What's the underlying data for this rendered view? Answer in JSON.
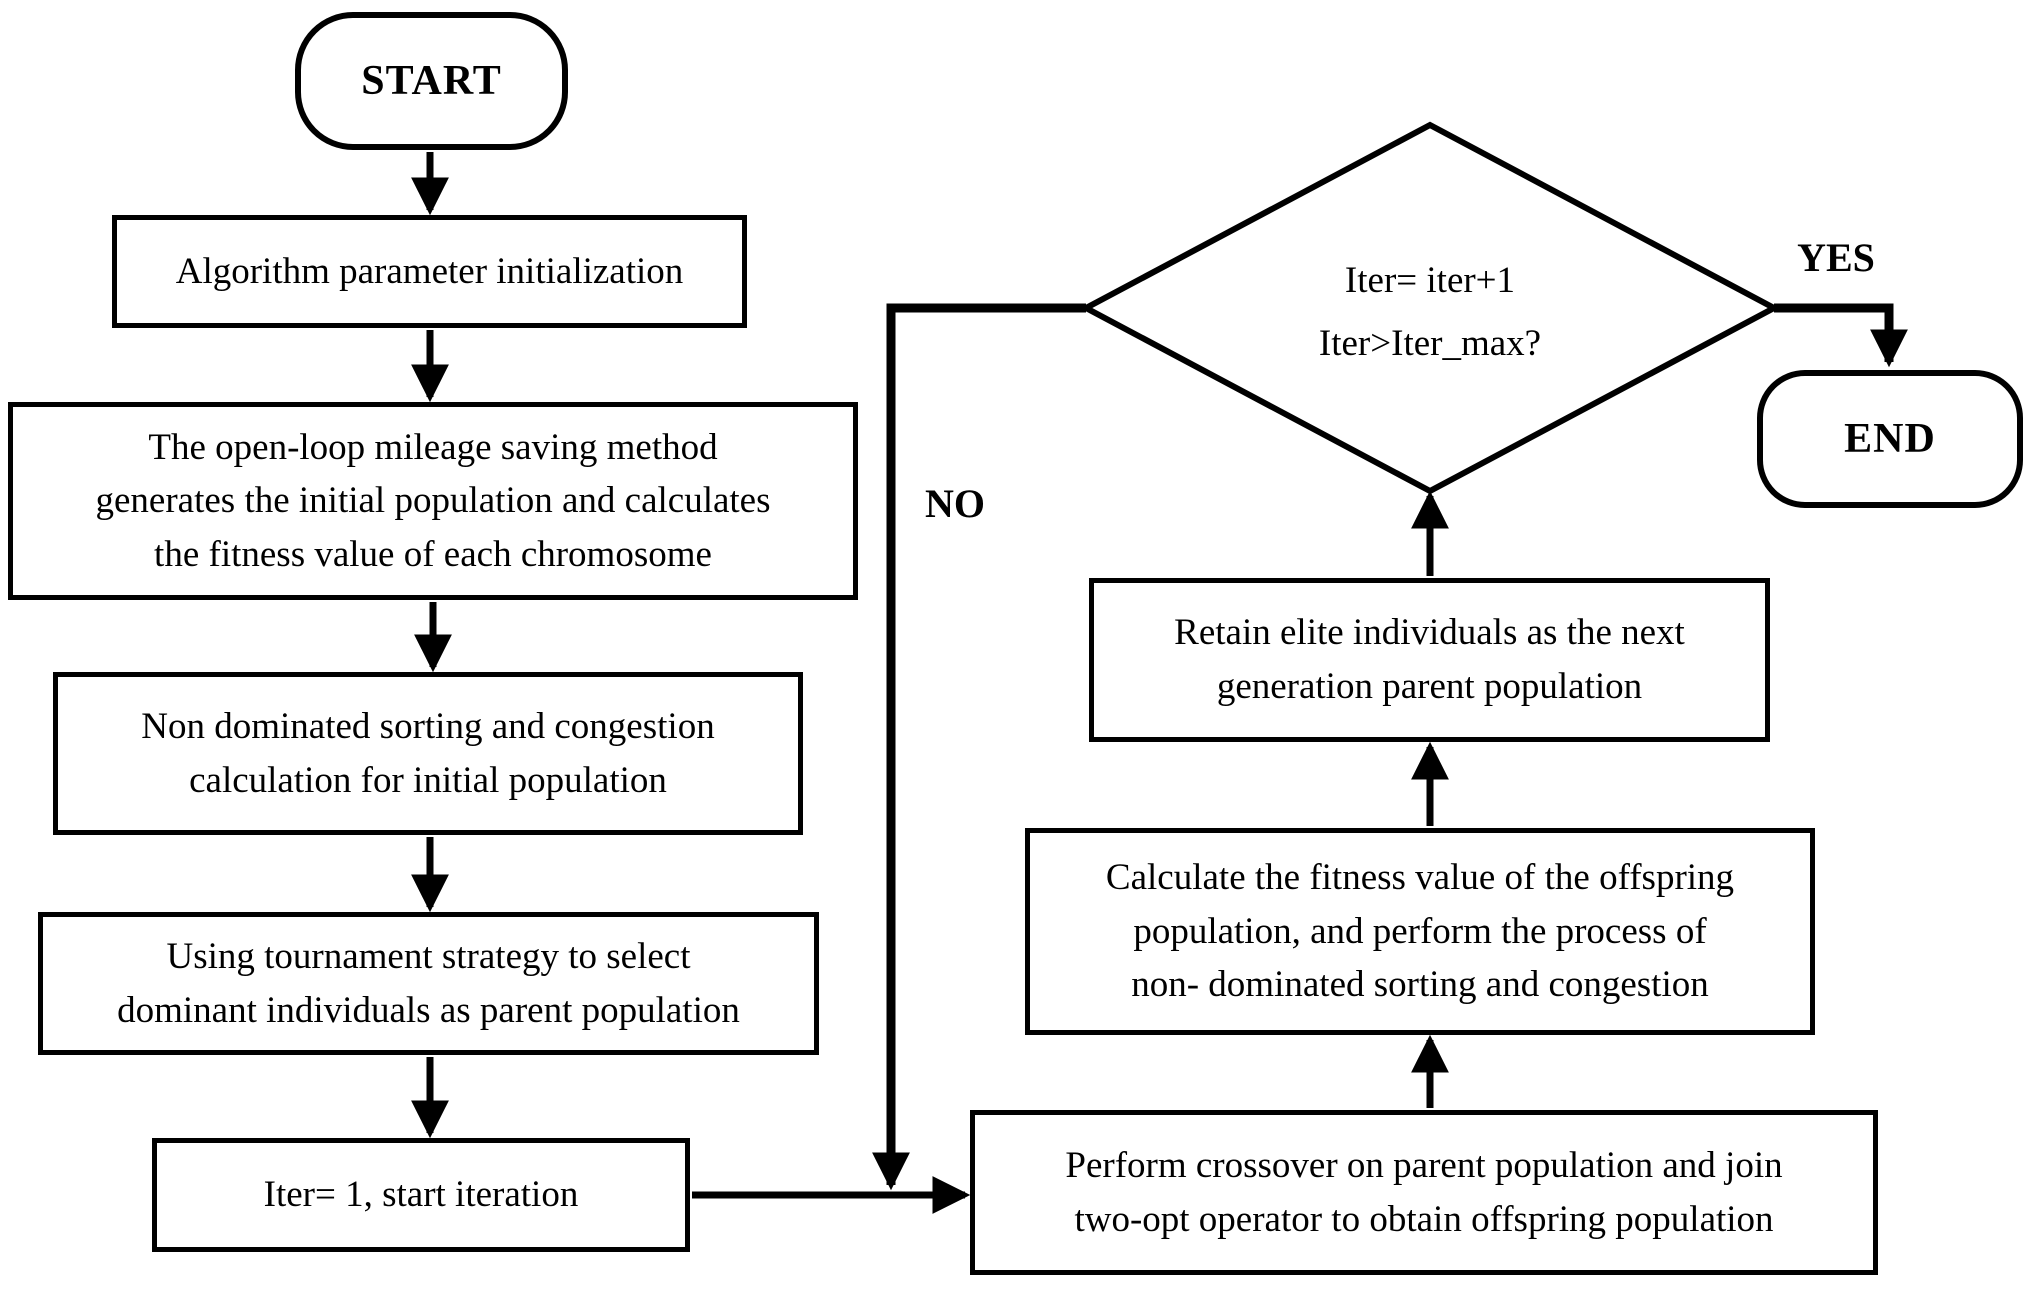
{
  "flowchart": {
    "nodes": {
      "start": "START",
      "algorithm_init": "Algorithm parameter initialization",
      "open_loop": "The open-loop mileage saving method\ngenerates the initial population and calculates\nthe fitness value of each chromosome",
      "non_dominated": "Non dominated sorting and congestion\ncalculation for initial population",
      "tournament": "Using tournament strategy to select\ndominant individuals as parent population",
      "iter_start": "Iter= 1, start iteration",
      "perform_crossover": "Perform crossover on parent population and join\ntwo-opt operator to obtain offspring population",
      "calculate_fitness": "Calculate the fitness value of the offspring\npopulation, and perform the process of\nnon- dominated sorting and congestion",
      "retain_elite": "Retain elite individuals as the next\ngeneration parent population",
      "decision": "Iter= iter+1\nIter>Iter_max?",
      "end": "END"
    },
    "edge_labels": {
      "yes": "YES",
      "no": "NO"
    },
    "colors": {
      "stroke": "#000000",
      "background": "#ffffff",
      "text": "#000000"
    }
  }
}
